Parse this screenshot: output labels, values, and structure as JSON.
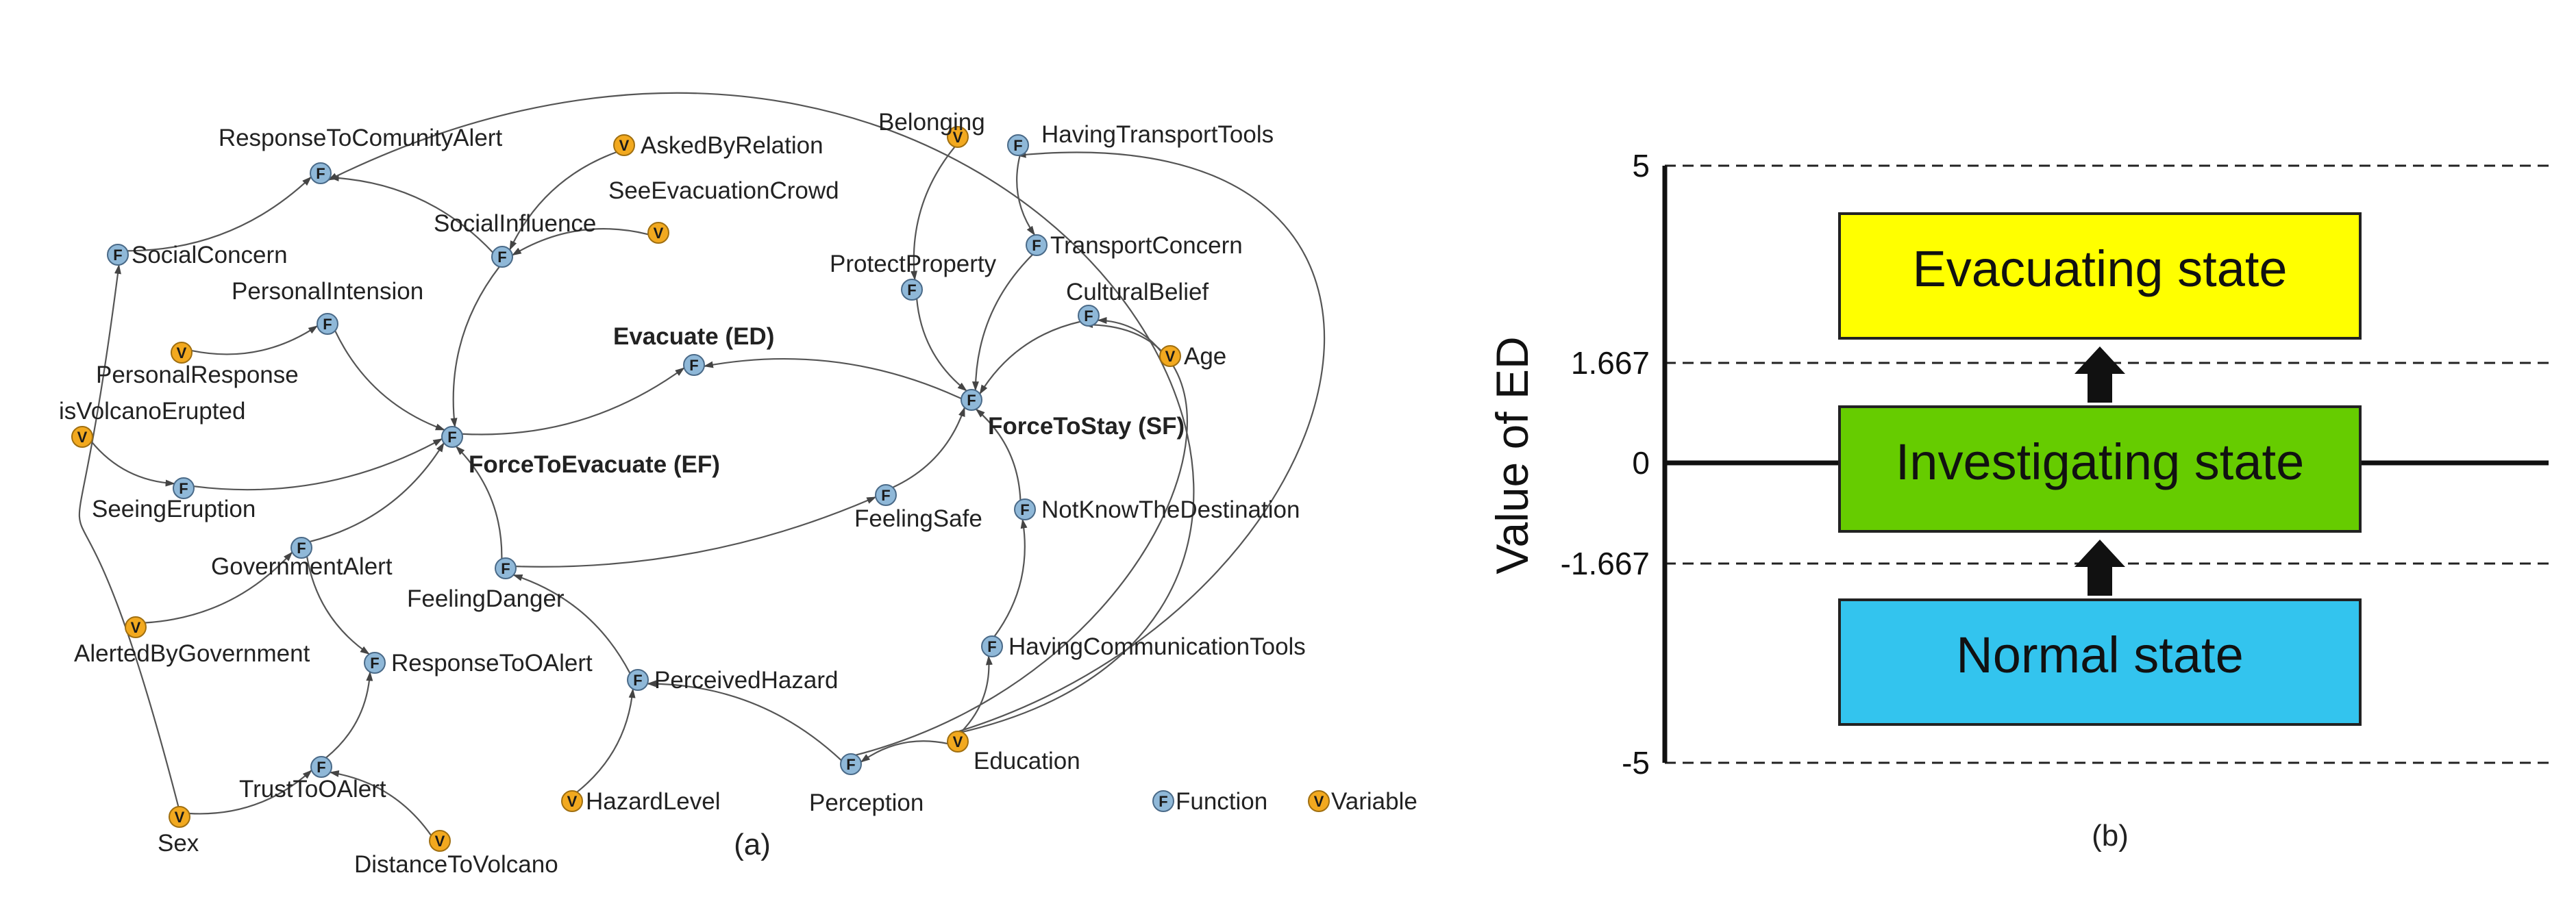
{
  "panel_a": {
    "label": "(a)",
    "nodes": [
      {
        "id": "ResponseToComunityAlert",
        "label": "ResponseToComunityAlert",
        "type": "F"
      },
      {
        "id": "SocialConcern",
        "label": "SocialConcern",
        "type": "F"
      },
      {
        "id": "AskedByRelation",
        "label": "AskedByRelation",
        "type": "V"
      },
      {
        "id": "SeeEvacuationCrowd",
        "label": "SeeEvacuationCrowd",
        "type": "V"
      },
      {
        "id": "SocialInfluence",
        "label": "SocialInfluence",
        "type": "F"
      },
      {
        "id": "PersonalIntension",
        "label": "PersonalIntension",
        "type": "F"
      },
      {
        "id": "PersonalResponse",
        "label": "PersonalResponse",
        "type": "V"
      },
      {
        "id": "isVolcanoErupted",
        "label": "isVolcanoErupted",
        "type": "V"
      },
      {
        "id": "SeeingEruption",
        "label": "SeeingEruption",
        "type": "F"
      },
      {
        "id": "ForceToEvacuate",
        "label": "ForceToEvacuate (EF)",
        "type": "F",
        "bold": true
      },
      {
        "id": "Evacuate",
        "label": "Evacuate (ED)",
        "type": "F",
        "bold": true
      },
      {
        "id": "GovernmentAlert",
        "label": "GovernmentAlert",
        "type": "F"
      },
      {
        "id": "AlertedByGovernment",
        "label": "AlertedByGovernment",
        "type": "V"
      },
      {
        "id": "FeelingDanger",
        "label": "FeelingDanger",
        "type": "F"
      },
      {
        "id": "ResponseToOAlert",
        "label": "ResponseToOAlert",
        "type": "F"
      },
      {
        "id": "TrustToOAlert",
        "label": "TrustToOAlert",
        "type": "F"
      },
      {
        "id": "Sex",
        "label": "Sex",
        "type": "V"
      },
      {
        "id": "DistanceToVolcano",
        "label": "DistanceToVolcano",
        "type": "V"
      },
      {
        "id": "PerceivedHazard",
        "label": "PerceivedHazard",
        "type": "F"
      },
      {
        "id": "HazardLevel",
        "label": "HazardLevel",
        "type": "V"
      },
      {
        "id": "Perception",
        "label": "Perception",
        "type": "F"
      },
      {
        "id": "Education",
        "label": "Education",
        "type": "V"
      },
      {
        "id": "HavingCommunicationTools",
        "label": "HavingCommunicationTools",
        "type": "F"
      },
      {
        "id": "NotKnowTheDestination",
        "label": "NotKnowTheDestination",
        "type": "F"
      },
      {
        "id": "FeelingSafe",
        "label": "FeelingSafe",
        "type": "F"
      },
      {
        "id": "ForceToStay",
        "label": "ForceToStay (SF)",
        "type": "F",
        "bold": true
      },
      {
        "id": "ProtectProperty",
        "label": "ProtectProperty",
        "type": "F"
      },
      {
        "id": "Belonging",
        "label": "Belonging",
        "type": "V"
      },
      {
        "id": "HavingTransportTools",
        "label": "HavingTransportTools",
        "type": "F"
      },
      {
        "id": "TransportConcern",
        "label": "TransportConcern",
        "type": "F"
      },
      {
        "id": "CulturalBelief",
        "label": "CulturalBelief",
        "type": "F"
      },
      {
        "id": "Age",
        "label": "Age",
        "type": "V"
      }
    ],
    "edges": [
      [
        "SocialInfluence",
        "ResponseToComunityAlert"
      ],
      [
        "Education",
        "ResponseToComunityAlert"
      ],
      [
        "SocialConcern",
        "ResponseToComunityAlert"
      ],
      [
        "AskedByRelation",
        "SocialInfluence"
      ],
      [
        "SeeEvacuationCrowd",
        "SocialInfluence"
      ],
      [
        "SocialInfluence",
        "ForceToEvacuate"
      ],
      [
        "PersonalResponse",
        "PersonalIntension"
      ],
      [
        "PersonalIntension",
        "ForceToEvacuate"
      ],
      [
        "isVolcanoErupted",
        "SeeingEruption"
      ],
      [
        "SeeingEruption",
        "ForceToEvacuate"
      ],
      [
        "GovernmentAlert",
        "ForceToEvacuate"
      ],
      [
        "FeelingDanger",
        "ForceToEvacuate"
      ],
      [
        "ForceToEvacuate",
        "Evacuate"
      ],
      [
        "ForceToStay",
        "Evacuate"
      ],
      [
        "AlertedByGovernment",
        "GovernmentAlert"
      ],
      [
        "GovernmentAlert",
        "ResponseToOAlert"
      ],
      [
        "TrustToOAlert",
        "ResponseToOAlert"
      ],
      [
        "Sex",
        "TrustToOAlert"
      ],
      [
        "DistanceToVolcano",
        "TrustToOAlert"
      ],
      [
        "Sex",
        "SocialConcern"
      ],
      [
        "PerceivedHazard",
        "FeelingDanger"
      ],
      [
        "HazardLevel",
        "PerceivedHazard"
      ],
      [
        "Perception",
        "PerceivedHazard"
      ],
      [
        "Education",
        "Perception"
      ],
      [
        "Education",
        "HavingCommunicationTools"
      ],
      [
        "Education",
        "HavingTransportTools"
      ],
      [
        "HavingCommunicationTools",
        "NotKnowTheDestination"
      ],
      [
        "NotKnowTheDestination",
        "ForceToStay"
      ],
      [
        "FeelingSafe",
        "ForceToStay"
      ],
      [
        "FeelingDanger",
        "FeelingSafe"
      ],
      [
        "ProtectProperty",
        "ForceToStay"
      ],
      [
        "Belonging",
        "ProtectProperty"
      ],
      [
        "HavingTransportTools",
        "TransportConcern"
      ],
      [
        "TransportConcern",
        "ForceToStay"
      ],
      [
        "CulturalBelief",
        "ForceToStay"
      ],
      [
        "Age",
        "CulturalBelief"
      ],
      [
        "Perception",
        "CulturalBelief"
      ]
    ],
    "legend": [
      {
        "type": "F",
        "label": "Function"
      },
      {
        "type": "V",
        "label": "Variable"
      }
    ]
  },
  "panel_b": {
    "label": "(b)",
    "axis_title": "Value of ED",
    "ticks": [
      "5",
      "1.667",
      "0",
      "-1.667",
      "-5"
    ],
    "states": [
      {
        "id": "evacuating",
        "label": "Evacuating state",
        "color": "#ffff00"
      },
      {
        "id": "investigating",
        "label": "Investigating state",
        "color": "#66cc00"
      },
      {
        "id": "normal",
        "label": "Normal state",
        "color": "#33c4ee"
      }
    ]
  },
  "colors": {
    "function_node": "#8fb8d8",
    "variable_node": "#f2a91f",
    "edge": "#555555"
  }
}
